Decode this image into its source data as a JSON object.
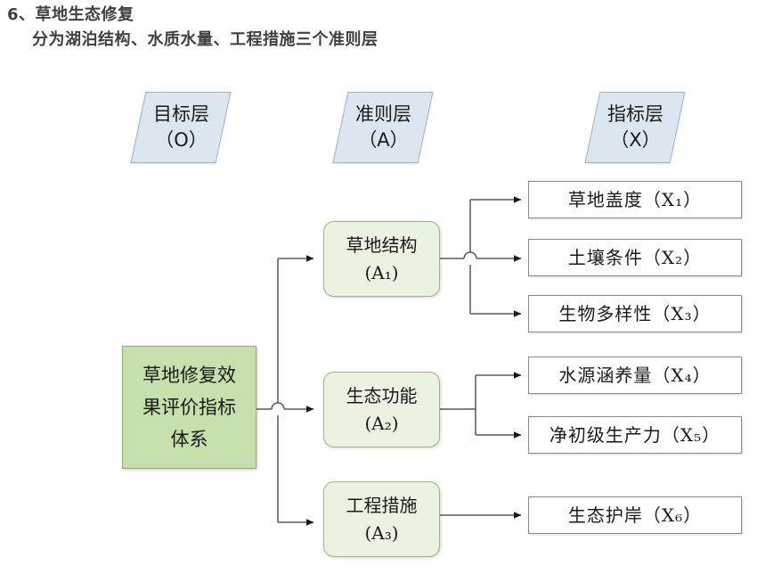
{
  "heading": {
    "line1": "6、草地生态修复",
    "line2": "分为湖泊结构、水质水量、工程措施三个准则层"
  },
  "colors": {
    "header_fill": "#dce6f1",
    "header_stroke": "#9fb4cc",
    "goal_fill": "#c5dfad",
    "goal_stroke": "#8fab78",
    "criteria_fill": "#eaf2e2",
    "criteria_stroke": "#9cb686",
    "indicator_fill": "#ffffff",
    "indicator_stroke": "#8a8a8a",
    "connector": "#595959",
    "heading_text": "#404040",
    "body_text": "#1a1a1a",
    "page_background": "#ffffff"
  },
  "layers": {
    "headers": [
      {
        "id": "O",
        "label": "目标层\n（O）"
      },
      {
        "id": "A",
        "label": "准则层\n（A）"
      },
      {
        "id": "X",
        "label": "指标层\n（X）"
      }
    ],
    "goal": {
      "id": "O",
      "label": "草地修复效\n果评价指标\n体系"
    },
    "criteria": [
      {
        "id": "A1",
        "label": "草地结构\n(A₁)"
      },
      {
        "id": "A2",
        "label": "生态功能\n(A₂)"
      },
      {
        "id": "A3",
        "label": "工程措施\n(A₃)"
      }
    ],
    "indicators": [
      {
        "id": "X1",
        "parent": "A1",
        "label": "草地盖度（X₁）"
      },
      {
        "id": "X2",
        "parent": "A1",
        "label": "土壤条件（X₂）"
      },
      {
        "id": "X3",
        "parent": "A1",
        "label": "生物多样性（X₃）"
      },
      {
        "id": "X4",
        "parent": "A2",
        "label": "水源涵养量（X₄）"
      },
      {
        "id": "X5",
        "parent": "A2",
        "label": "净初级生产力（X₅）"
      },
      {
        "id": "X6",
        "parent": "A3",
        "label": "生态护岸（X₆）"
      }
    ]
  },
  "connections": [
    {
      "from": "O",
      "to": "A1"
    },
    {
      "from": "O",
      "to": "A2"
    },
    {
      "from": "O",
      "to": "A3"
    },
    {
      "from": "A1",
      "to": "X1"
    },
    {
      "from": "A1",
      "to": "X2"
    },
    {
      "from": "A1",
      "to": "X3"
    },
    {
      "from": "A2",
      "to": "X4"
    },
    {
      "from": "A2",
      "to": "X5"
    },
    {
      "from": "A3",
      "to": "X6"
    }
  ]
}
